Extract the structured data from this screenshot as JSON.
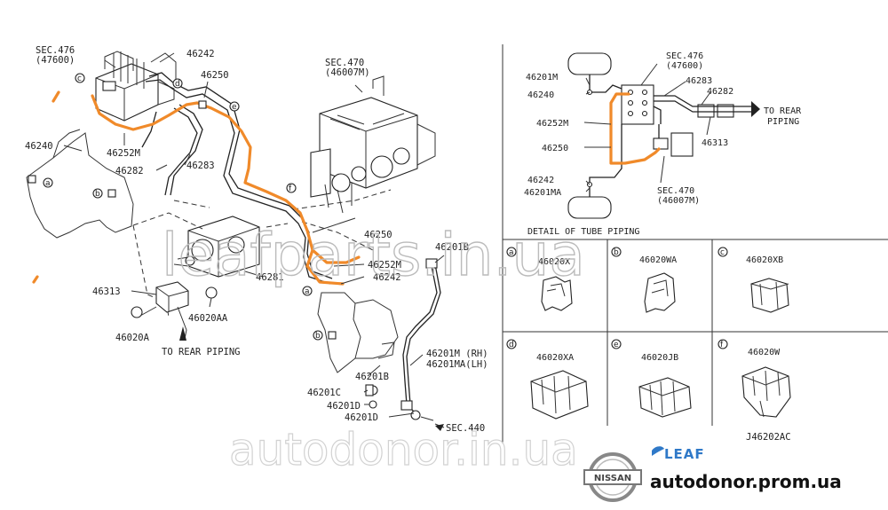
{
  "diagram_code": "J46202AC",
  "left_diagram": {
    "labels": {
      "sec476": "SEC.476",
      "sec476_sub": "(47600)",
      "p46242": "46242",
      "p46250_top": "46250",
      "p46240": "46240",
      "p46252m_top": "46252M",
      "p46282": "46282",
      "p46283": "46283",
      "p46313": "46313",
      "p46020a": "46020A",
      "p46020aa": "46020AA",
      "to_rear": "TO REAR PIPING",
      "sec470": "SEC.470",
      "sec470_sub": "(46007M)",
      "p46250_mid": "46250",
      "p46252m_mid": "46252M",
      "p46242_mid": "46242",
      "p46201b_top": "46201B",
      "p46201m_rh": "46201M (RH)",
      "p46201ma_lh": "46201MA(LH)",
      "p46201b_bot": "46201B",
      "p46201c": "46201C",
      "p46201d_1": "46201D",
      "p46201d_2": "46201D",
      "sec440": "SEC.440",
      "p46281": "46281"
    },
    "clip_refs": [
      "c",
      "d",
      "e",
      "f",
      "a",
      "b",
      "a",
      "b"
    ]
  },
  "detail_panel": {
    "title": "DETAIL OF TUBE PIPING",
    "labels": {
      "p46201m": "46201M",
      "p46240": "46240",
      "sec476": "SEC.476",
      "sec476_sub": "(47600)",
      "p46283": "46283",
      "p46282": "46282",
      "to_rear_1": "TO REAR",
      "to_rear_2": "PIPING",
      "p46252m": "46252M",
      "p46313": "46313",
      "p46250": "46250",
      "p46242": "46242",
      "p46201ma": "46201MA",
      "sec470": "SEC.470",
      "sec470_sub": "(46007M)"
    }
  },
  "clip_table": [
    {
      "ref": "a",
      "part": "46020X"
    },
    {
      "ref": "b",
      "part": "46020WA"
    },
    {
      "ref": "c",
      "part": "46020XB"
    },
    {
      "ref": "d",
      "part": "46020XA"
    },
    {
      "ref": "e",
      "part": "46020JB"
    },
    {
      "ref": "f",
      "part": "46020W"
    }
  ],
  "watermarks": {
    "top": "leafparts.in.ua",
    "bottom": "autodonor.in.ua"
  },
  "branding": {
    "nissan": "NISSAN",
    "leaf": "LEAF",
    "site": "autodonor.prom.ua"
  },
  "colors": {
    "highlight": "#f08a2a",
    "line": "#222222",
    "leaf_blue": "#2f79c8"
  }
}
